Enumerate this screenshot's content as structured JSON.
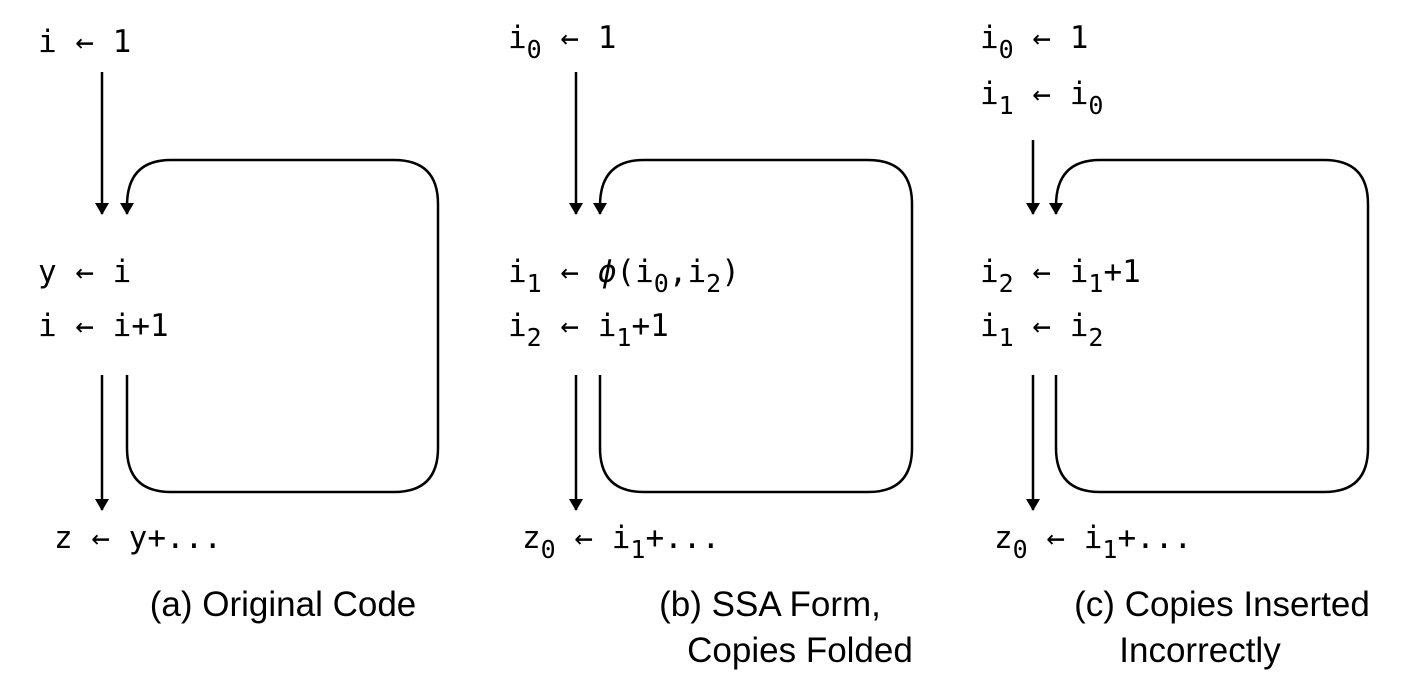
{
  "arrow": "←",
  "panels": [
    {
      "caption": [
        "(a) Original Code"
      ],
      "entry": [
        [
          {
            "t": "i"
          },
          {
            "t": " ← "
          },
          {
            "t": "1"
          }
        ]
      ],
      "loop": [
        [
          {
            "t": "y"
          },
          {
            "t": " ← "
          },
          {
            "t": "i"
          }
        ],
        [
          {
            "t": "i"
          },
          {
            "t": " ← "
          },
          {
            "t": "i+1"
          }
        ]
      ],
      "exit": [
        [
          {
            "t": "z"
          },
          {
            "t": " ← "
          },
          {
            "t": "y+..."
          }
        ]
      ]
    },
    {
      "caption": [
        "(b) SSA Form,",
        "Copies Folded"
      ],
      "entry": [
        [
          {
            "t": "i"
          },
          {
            "t": "0",
            "sub": true
          },
          {
            "t": " ← "
          },
          {
            "t": "1"
          }
        ]
      ],
      "loop": [
        [
          {
            "t": "i"
          },
          {
            "t": "1",
            "sub": true
          },
          {
            "t": " ← "
          },
          {
            "t": "ϕ",
            "italic": true
          },
          {
            "t": "(i"
          },
          {
            "t": "0",
            "sub": true
          },
          {
            "t": ",i"
          },
          {
            "t": "2",
            "sub": true
          },
          {
            "t": ")"
          }
        ],
        [
          {
            "t": "i"
          },
          {
            "t": "2",
            "sub": true
          },
          {
            "t": " ← "
          },
          {
            "t": "i"
          },
          {
            "t": "1",
            "sub": true
          },
          {
            "t": "+1"
          }
        ]
      ],
      "exit": [
        [
          {
            "t": "z"
          },
          {
            "t": "0",
            "sub": true
          },
          {
            "t": " ← "
          },
          {
            "t": "i"
          },
          {
            "t": "1",
            "sub": true
          },
          {
            "t": "+..."
          }
        ]
      ]
    },
    {
      "caption": [
        "(c) Copies Inserted",
        "Incorrectly"
      ],
      "entry": [
        [
          {
            "t": "i"
          },
          {
            "t": "0",
            "sub": true
          },
          {
            "t": " ← "
          },
          {
            "t": "1"
          }
        ],
        [
          {
            "t": "i"
          },
          {
            "t": "1",
            "sub": true
          },
          {
            "t": " ← "
          },
          {
            "t": "i"
          },
          {
            "t": "0",
            "sub": true
          }
        ]
      ],
      "loop": [
        [
          {
            "t": "i"
          },
          {
            "t": "2",
            "sub": true
          },
          {
            "t": " ← "
          },
          {
            "t": "i"
          },
          {
            "t": "1",
            "sub": true
          },
          {
            "t": "+1"
          }
        ],
        [
          {
            "t": "i"
          },
          {
            "t": "1",
            "sub": true
          },
          {
            "t": " ← "
          },
          {
            "t": "i"
          },
          {
            "t": "2",
            "sub": true
          }
        ]
      ],
      "exit": [
        [
          {
            "t": "z"
          },
          {
            "t": "0",
            "sub": true
          },
          {
            "t": " ← "
          },
          {
            "t": "i"
          },
          {
            "t": "1",
            "sub": true
          },
          {
            "t": "+..."
          }
        ]
      ]
    }
  ]
}
